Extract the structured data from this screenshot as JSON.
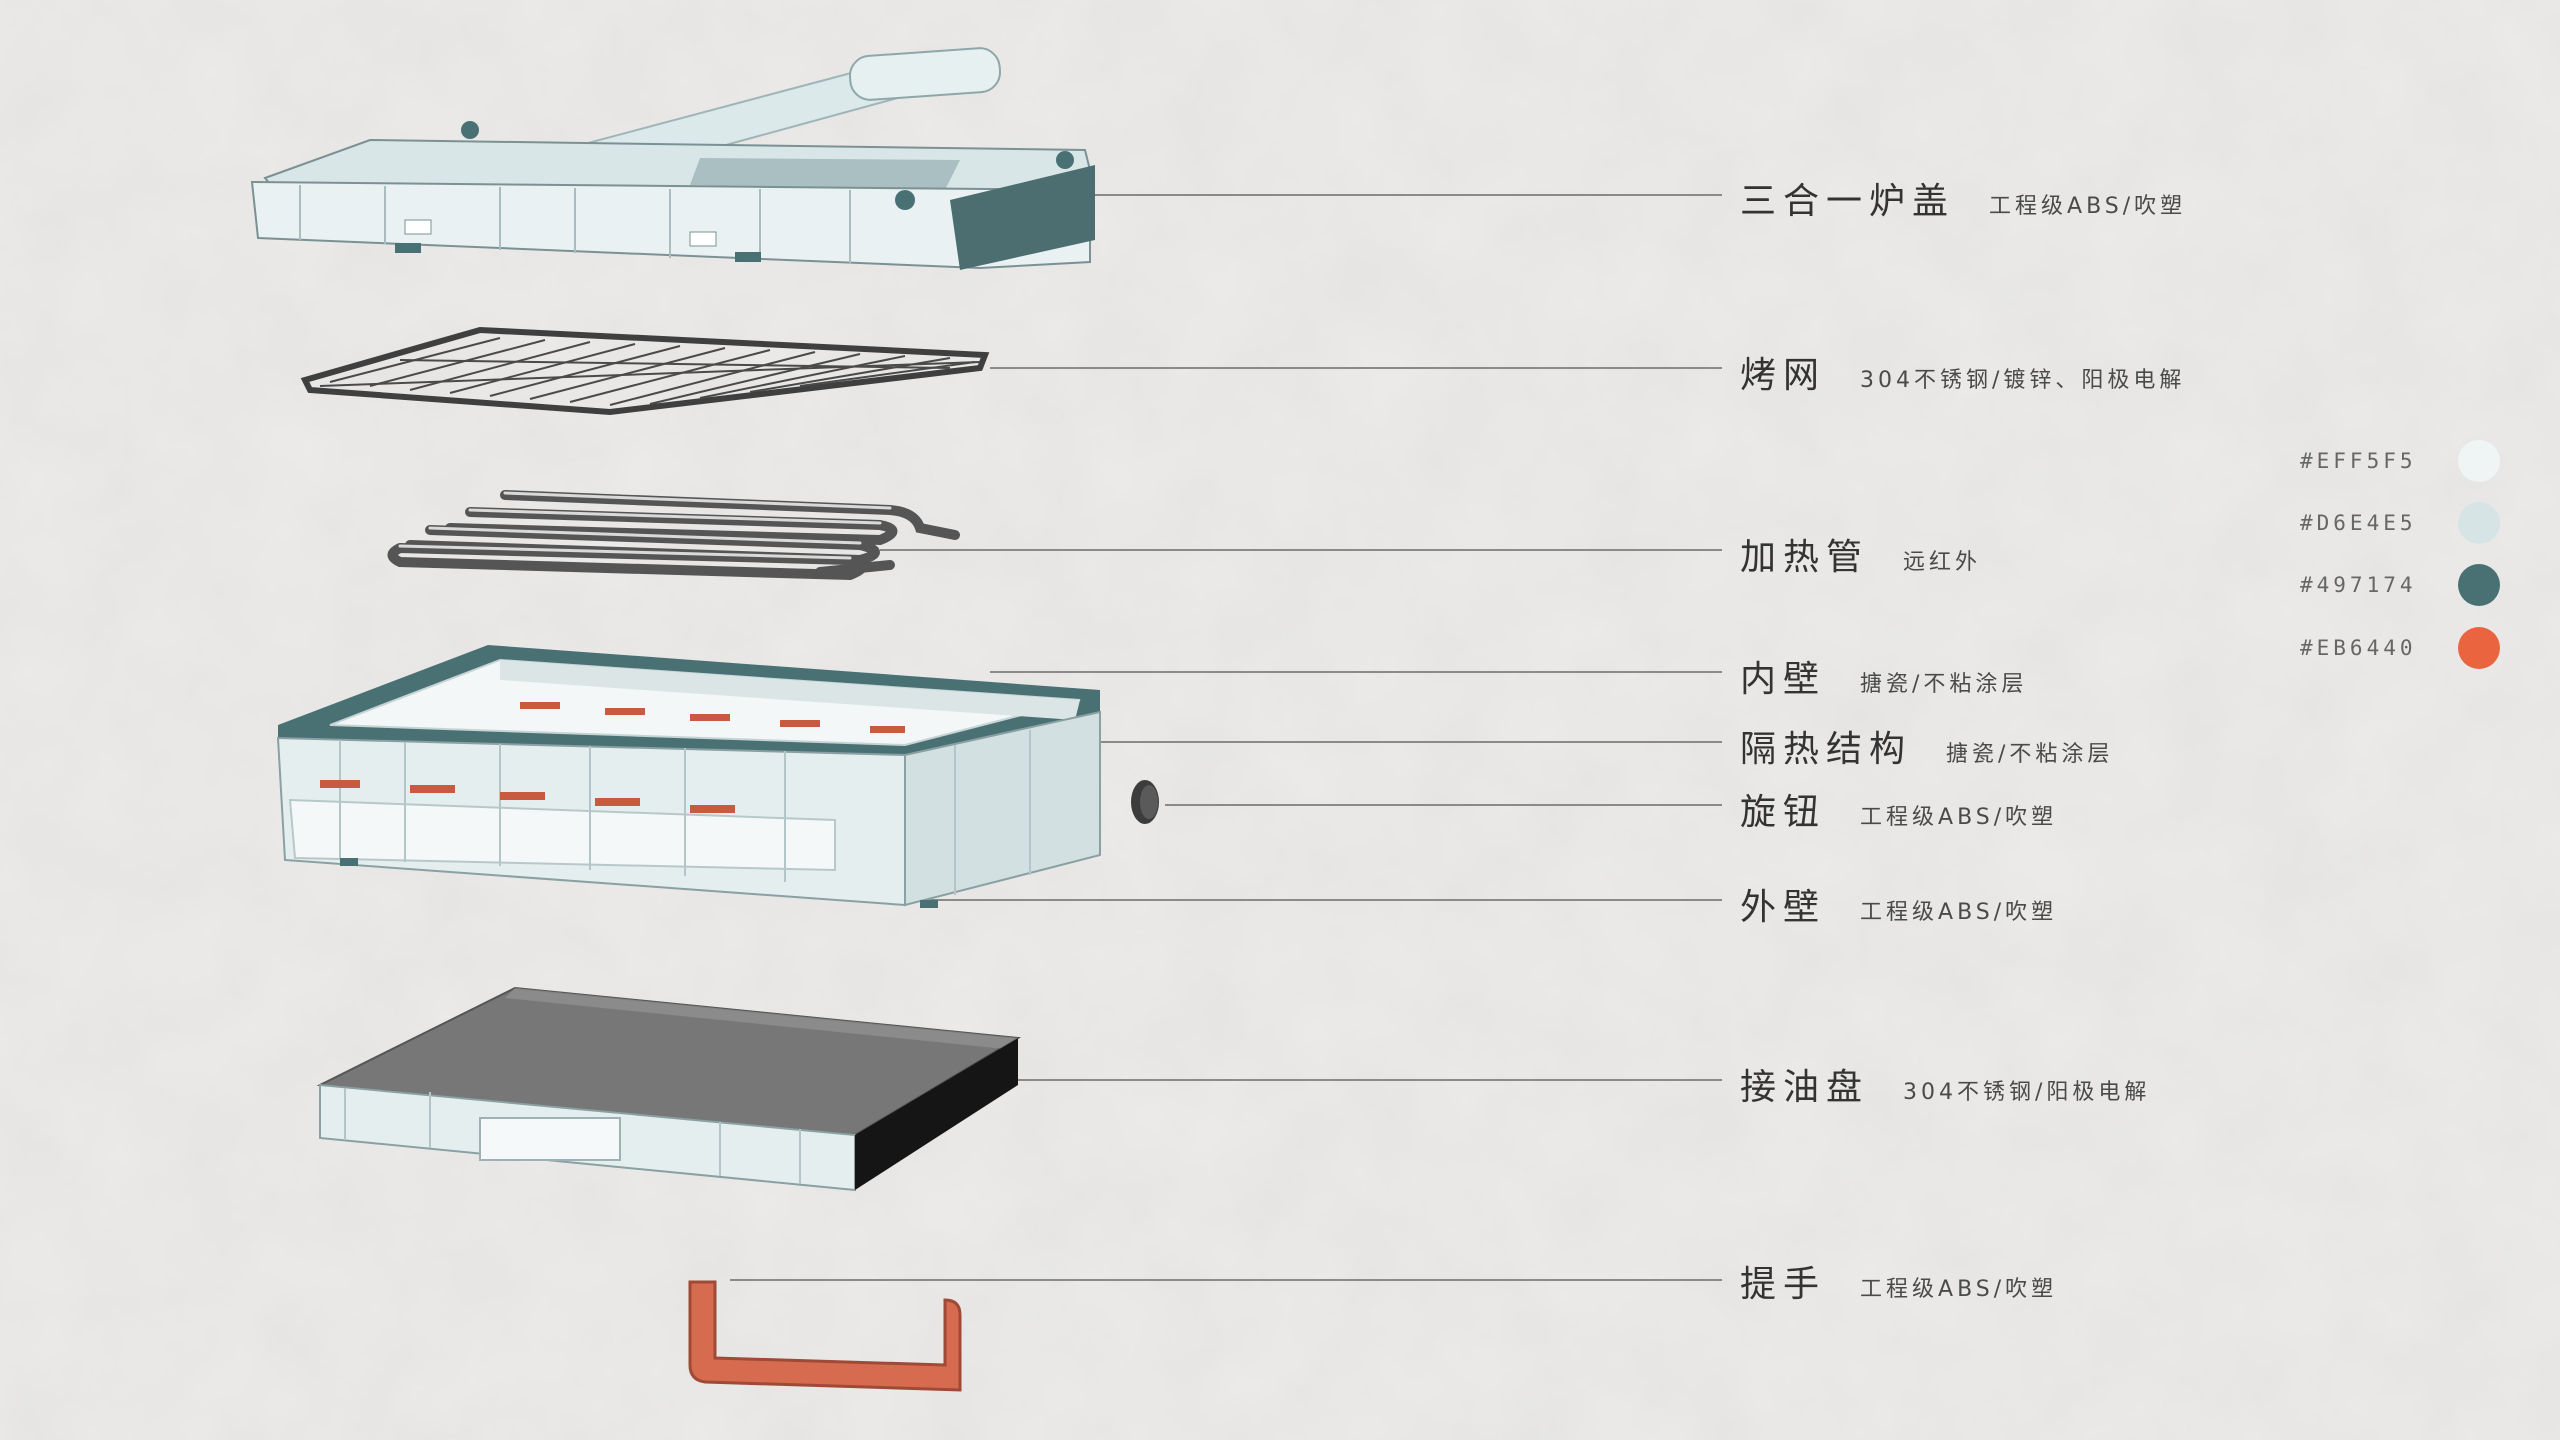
{
  "parts": [
    {
      "name": "三合一炉盖",
      "material": "工程级ABS/吹塑"
    },
    {
      "name": "烤网",
      "material": "304不锈钢/镀锌、阳极电解"
    },
    {
      "name": "加热管",
      "material": "远红外"
    },
    {
      "name": "内壁",
      "material": "搪瓷/不粘涂层"
    },
    {
      "name": "隔热结构",
      "material": "搪瓷/不粘涂层"
    },
    {
      "name": "旋钮",
      "material": "工程级ABS/吹塑"
    },
    {
      "name": "外壁",
      "material": "工程级ABS/吹塑"
    },
    {
      "name": "接油盘",
      "material": "304不锈钢/阳极电解"
    },
    {
      "name": "提手",
      "material": "工程级ABS/吹塑"
    }
  ],
  "palette": [
    {
      "code": "#EFF5F5",
      "color": "#EFF5F5"
    },
    {
      "code": "#D6E4E5",
      "color": "#D6E4E5"
    },
    {
      "code": "#497174",
      "color": "#497174"
    },
    {
      "code": "#EB6440",
      "color": "#EB6440"
    }
  ]
}
